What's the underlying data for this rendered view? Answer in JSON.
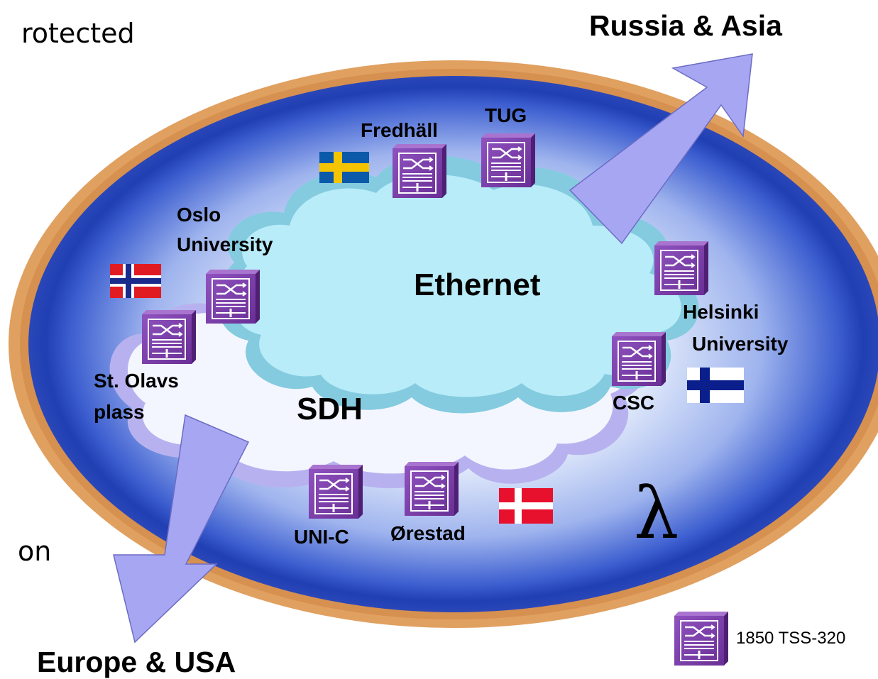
{
  "fragments": {
    "top_left": "rotected",
    "left_mid": "on"
  },
  "directions": {
    "north_east": "Russia & Asia",
    "south_west": "Europe & USA"
  },
  "clouds": {
    "ethernet": "Ethernet",
    "sdh": "SDH"
  },
  "lambda_symbol": "λ",
  "nodes": {
    "fredhall": "Fredhäll",
    "tug": "TUG",
    "oslo_line1": "Oslo",
    "oslo_line2": "University",
    "stolavs_line1": "St. Olavs",
    "stolavs_line2": "plass",
    "helsinki_line1": "Helsinki",
    "helsinki_line2": "University",
    "csc": "CSC",
    "unic": "UNI-C",
    "orestad": "Ørestad"
  },
  "legend": {
    "label": "1850 TSS-320"
  },
  "flags": [
    "Sweden",
    "Norway",
    "Finland",
    "Denmark"
  ],
  "colors": {
    "ring_rim": "#e0a060",
    "ring_blue": "#3d5fd0",
    "cloud_ethernet": "#b8ecf8",
    "cloud_sdh": "#f4f6ff",
    "device": "#7a3fa6",
    "arrow": "#a6a6f2"
  }
}
